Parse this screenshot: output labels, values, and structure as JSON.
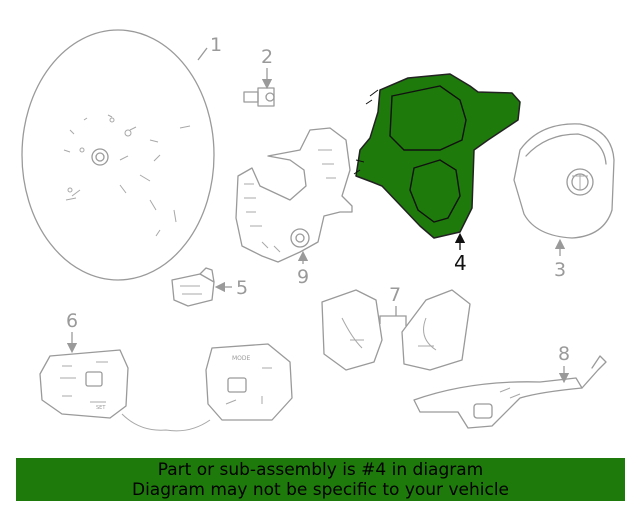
{
  "callouts": {
    "c1": "1",
    "c2": "2",
    "c3": "3",
    "c4": "4",
    "c5": "5",
    "c6": "6",
    "c7": "7",
    "c8": "8",
    "c9": "9"
  },
  "button_labels": {
    "mode": "MODE",
    "set": "SET"
  },
  "highlight_color": "#1f7a0c",
  "banner": {
    "line1": "Part or sub-assembly is #4 in diagram",
    "line2": "Diagram may not be specific to your vehicle"
  }
}
